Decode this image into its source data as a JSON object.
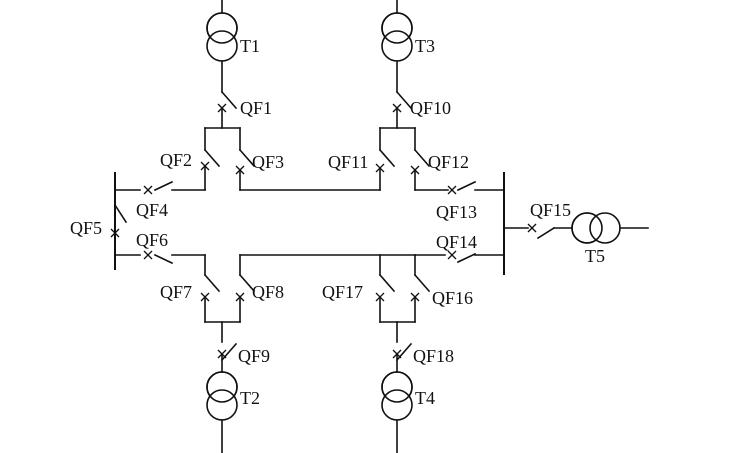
{
  "transformers": {
    "t1": "T1",
    "t2": "T2",
    "t3": "T3",
    "t4": "T4",
    "t5": "T5"
  },
  "breakers": {
    "qf1": "QF1",
    "qf2": "QF2",
    "qf3": "QF3",
    "qf4": "QF4",
    "qf5": "QF5",
    "qf6": "QF6",
    "qf7": "QF7",
    "qf8": "QF8",
    "qf9": "QF9",
    "qf10": "QF10",
    "qf11": "QF11",
    "qf12": "QF12",
    "qf13": "QF13",
    "qf14": "QF14",
    "qf15": "QF15",
    "qf16": "QF16",
    "qf17": "QF17",
    "qf18": "QF18"
  }
}
